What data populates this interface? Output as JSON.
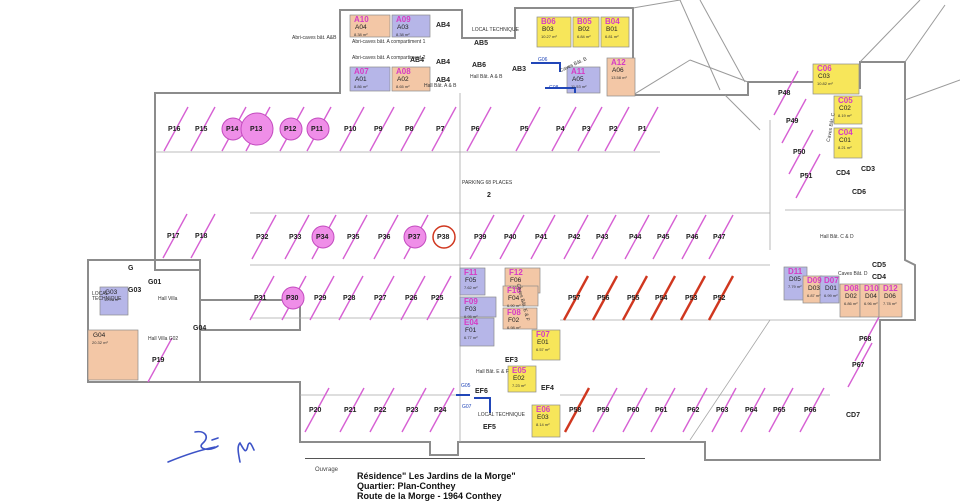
{
  "colors": {
    "wall": "#8c8c8c",
    "slab": "#d9d9d9",
    "stripe": "#d65fd3",
    "stripe_red": "#d0371f",
    "circle_fill": "#ef8ee8",
    "circle_stroke": "#c34bbf",
    "magenta": "#d53cc4",
    "yellow": "#f7e65a",
    "orange": "#f3c7a6",
    "purple": "#b6b6e8",
    "blue_mark": "#2146b8",
    "sig": "#3d53c7"
  },
  "labels": {
    "title_center": "PARKING 68 PLACES",
    "level": "2",
    "local_technique": "LOCAL TECHNIQUE",
    "local_technique_2": "LOCAL TECHNIQUE",
    "local_technique_left": "LOCAL TECHNIQUE",
    "abri_1": "Abri-caves bât. A compartiment 1",
    "abri_2": "Abri-caves bât. A compartiment 2",
    "abri_ab": "Abri-caves bât. A&B",
    "hall_ab": "Hall Bât. A & B",
    "hall_a": "Hall Bât. A & B",
    "caves_b": "Caves Bât. B",
    "caves_c": "Caves Bât. C",
    "caves_d": "Caves Bât. D",
    "hall_cd": "Hall Bât. C & D",
    "hall_ef": "Hall Bât. E & F",
    "caves_ef": "Caves Bât. E & F",
    "hall_villa": "Hall Villa",
    "hall_villa_g02": "Hall Villa G02",
    "g_label": "G"
  },
  "title_block": {
    "ouvrage": "Ouvrage",
    "line1": "Résidence\" Les Jardins de la Morge\"",
    "line2": "Quartier: Plan-Conthey",
    "line3": "Route de la Morge - 1964 Conthey"
  },
  "parking": [
    {
      "id": "P16"
    },
    {
      "id": "P15"
    },
    {
      "id": "P14"
    },
    {
      "id": "P13"
    },
    {
      "id": "P12"
    },
    {
      "id": "P11"
    },
    {
      "id": "P10"
    },
    {
      "id": "P9"
    },
    {
      "id": "P8"
    },
    {
      "id": "P7"
    },
    {
      "id": "P6"
    },
    {
      "id": "P5"
    },
    {
      "id": "P4"
    },
    {
      "id": "P3"
    },
    {
      "id": "P2"
    },
    {
      "id": "P1"
    },
    {
      "id": "P17"
    },
    {
      "id": "P18"
    },
    {
      "id": "P32"
    },
    {
      "id": "P33"
    },
    {
      "id": "P34"
    },
    {
      "id": "P35"
    },
    {
      "id": "P36"
    },
    {
      "id": "P37"
    },
    {
      "id": "P38"
    },
    {
      "id": "P39"
    },
    {
      "id": "P40"
    },
    {
      "id": "P41"
    },
    {
      "id": "P42"
    },
    {
      "id": "P43"
    },
    {
      "id": "P44"
    },
    {
      "id": "P45"
    },
    {
      "id": "P46"
    },
    {
      "id": "P47"
    },
    {
      "id": "P31"
    },
    {
      "id": "P30"
    },
    {
      "id": "P29"
    },
    {
      "id": "P28"
    },
    {
      "id": "P27"
    },
    {
      "id": "P26"
    },
    {
      "id": "P25"
    },
    {
      "id": "P57"
    },
    {
      "id": "P56"
    },
    {
      "id": "P55"
    },
    {
      "id": "P54"
    },
    {
      "id": "P53"
    },
    {
      "id": "P52"
    },
    {
      "id": "P19"
    },
    {
      "id": "P20"
    },
    {
      "id": "P21"
    },
    {
      "id": "P22"
    },
    {
      "id": "P23"
    },
    {
      "id": "P24"
    },
    {
      "id": "P58"
    },
    {
      "id": "P59"
    },
    {
      "id": "P60"
    },
    {
      "id": "P61"
    },
    {
      "id": "P62"
    },
    {
      "id": "P63"
    },
    {
      "id": "P64"
    },
    {
      "id": "P65"
    },
    {
      "id": "P66"
    },
    {
      "id": "P48"
    },
    {
      "id": "P49"
    },
    {
      "id": "P50"
    },
    {
      "id": "P51"
    },
    {
      "id": "P68"
    },
    {
      "id": "P67"
    }
  ],
  "rooms": [
    {
      "tag": "A10",
      "name": "A04",
      "area": "8.38 m²"
    },
    {
      "tag": "A09",
      "name": "A03",
      "area": "8.38 m²"
    },
    {
      "tag": "A07",
      "name": "A01",
      "area": "8.86 m²"
    },
    {
      "tag": "A08",
      "name": "A02",
      "area": "8.65 m²"
    },
    {
      "tag": "B06",
      "name": "B03",
      "area": "10.27 m²"
    },
    {
      "tag": "B05",
      "name": "B02",
      "area": "6.84 m²"
    },
    {
      "tag": "B04",
      "name": "B01",
      "area": "6.81 m²"
    },
    {
      "tag": "A11",
      "name": "A05",
      "area": "11.53 m²"
    },
    {
      "tag": "A12",
      "name": "A06",
      "area": "13.58 m²"
    },
    {
      "tag": "C06",
      "name": "C03",
      "area": "10.82 m²"
    },
    {
      "tag": "C05",
      "name": "C02",
      "area": "8.19 m²"
    },
    {
      "tag": "C04",
      "name": "C01",
      "area": "8.21 m²"
    },
    {
      "tag": "D11",
      "name": "D05",
      "area": "7.79 m²"
    },
    {
      "tag": "D09",
      "name": "D03",
      "area": "6.87 m²"
    },
    {
      "tag": "D07",
      "name": "D01",
      "area": "6.99 m²"
    },
    {
      "tag": "D08",
      "name": "D02",
      "area": "6.86 m²"
    },
    {
      "tag": "D10",
      "name": "D04",
      "area": "6.96 m²"
    },
    {
      "tag": "D12",
      "name": "D06",
      "area": "7.78 m²"
    },
    {
      "tag": "F11",
      "name": "F05",
      "area": "7.62 m²"
    },
    {
      "tag": "F09",
      "name": "F03",
      "area": "6.95 m²"
    },
    {
      "tag": "E04",
      "name": "F01",
      "area": "6.77 m²"
    },
    {
      "tag": "F12",
      "name": "F06",
      "area": "7.03 m²"
    },
    {
      "tag": "F10",
      "name": "F04",
      "area": "6.90 m²"
    },
    {
      "tag": "F08",
      "name": "F02",
      "area": "6.98 m²"
    },
    {
      "tag": "F07",
      "name": "E01",
      "area": "6.57 m²"
    },
    {
      "tag": "E05",
      "name": "E02",
      "area": "7.23 m²"
    },
    {
      "tag": "E06",
      "name": "E03",
      "area": "8.14 m²"
    },
    {
      "tag": "",
      "name": "G03",
      "area": "11.53 m²"
    },
    {
      "tag": "",
      "name": "G04",
      "area": "20.32 m²"
    }
  ],
  "codes": [
    "AB4",
    "AB4",
    "AB4",
    "AB4",
    "AB5",
    "AB6",
    "AB3",
    "G06",
    "G08",
    "CD4",
    "CD3",
    "CD6",
    "CD5",
    "CD4",
    "CD7",
    "EF3",
    "EF4",
    "EF5",
    "EF6",
    "G05",
    "G07",
    "G03",
    "G04",
    "G01"
  ]
}
